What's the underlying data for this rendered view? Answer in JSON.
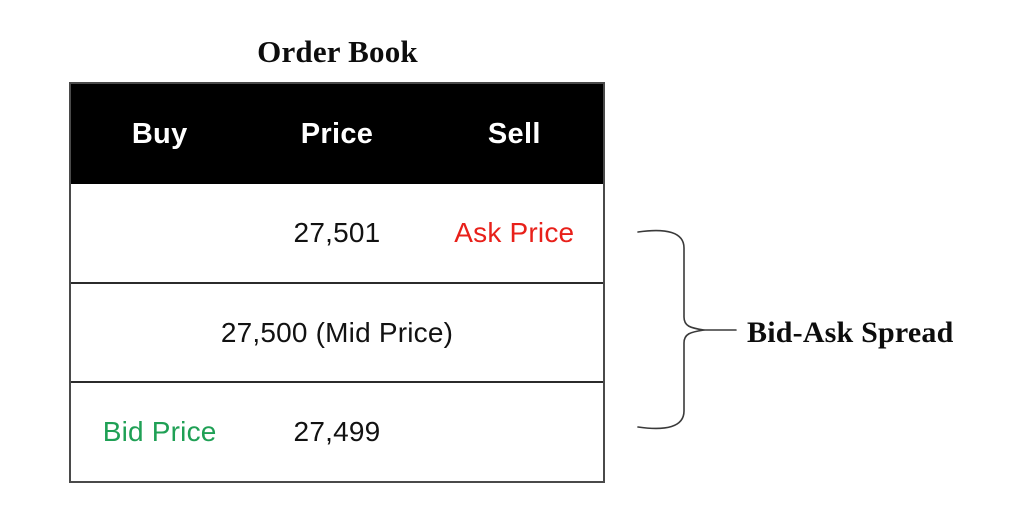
{
  "title": "Order Book",
  "table": {
    "columns": [
      "Buy",
      "Price",
      "Sell"
    ],
    "rows": [
      {
        "kind": "ask",
        "buy": "",
        "price": "27,501",
        "sell": "Ask Price"
      },
      {
        "kind": "mid",
        "span_text": "27,500 (Mid Price)"
      },
      {
        "kind": "bid",
        "buy": "Bid Price",
        "price": "27,499",
        "sell": ""
      }
    ]
  },
  "annotation": {
    "label": "Bid-Ask Spread",
    "brace_icon": "curly-brace-icon"
  },
  "colors": {
    "ask": "#e8201a",
    "bid": "#1fa055",
    "header_bg": "#000000",
    "header_text": "#ffffff",
    "border": "#4a4a4a",
    "text": "#121212",
    "background": "#ffffff"
  }
}
